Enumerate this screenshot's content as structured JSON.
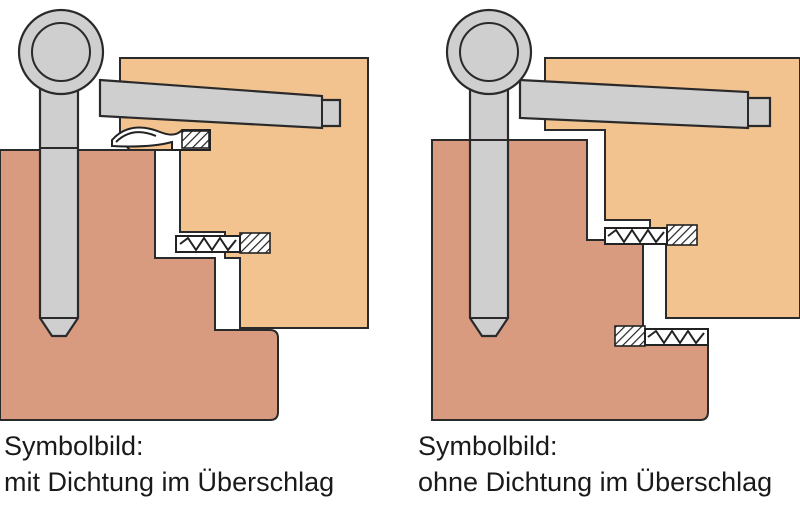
{
  "panels": [
    {
      "caption_line1": "Symbolbild:",
      "caption_line2": "mit Dichtung im Überschlag"
    },
    {
      "caption_line1": "Symbolbild:",
      "caption_line2": "ohne Dichtung im Überschlag"
    }
  ],
  "colors": {
    "frame": "#d99b7f",
    "door_leaf": "#f2c28f",
    "hinge_metal": "#cfcfcf",
    "outline": "#2a2a2a",
    "background": "#ffffff"
  }
}
